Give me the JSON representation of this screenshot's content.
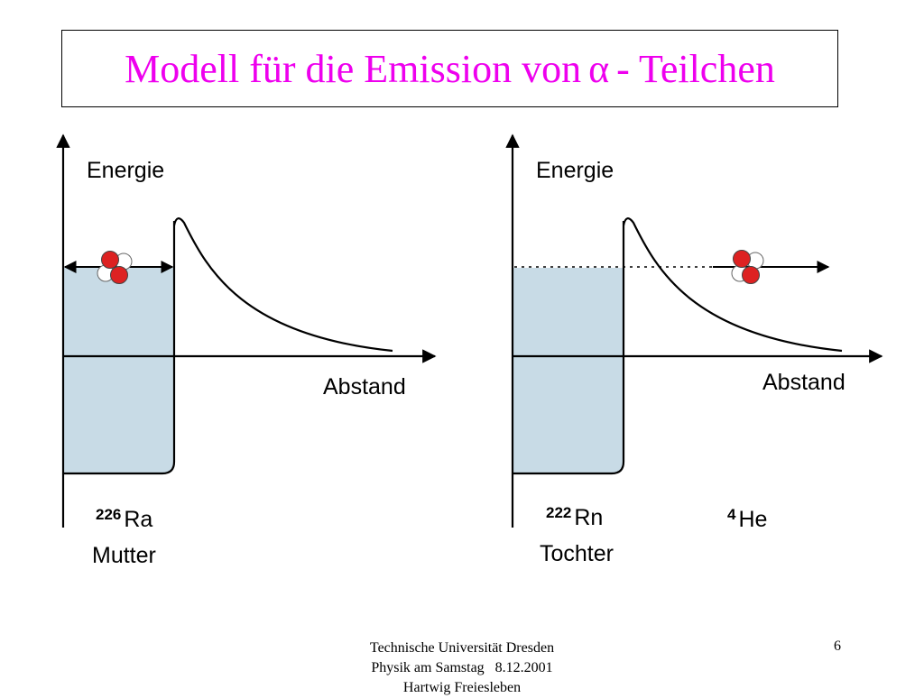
{
  "slide": {
    "title_before": "Modell für die Emission von",
    "title_greek": "α",
    "title_after": "- Teilchen",
    "page_number": "6"
  },
  "left_panel": {
    "y_axis_label": "Energie",
    "x_axis_label": "Abstand",
    "isotope_mass": "226",
    "isotope_symbol": "Ra",
    "caption": "Mutter"
  },
  "right_panel": {
    "y_axis_label": "Energie",
    "x_axis_label": "Abstand",
    "isotope_mass": "222",
    "isotope_symbol": "Rn",
    "caption": "Tochter",
    "emitted_mass": "4",
    "emitted_symbol": "He"
  },
  "footer": {
    "line1": "Technische Universität Dresden",
    "line2": "Physik am Samstag   8.12.2001",
    "line3": "Hartwig Freiesleben"
  },
  "colors": {
    "title": "#ee00ee",
    "well_fill": "#c8dbe6",
    "proton": "#dd2222",
    "neutron": "#ffffff"
  }
}
